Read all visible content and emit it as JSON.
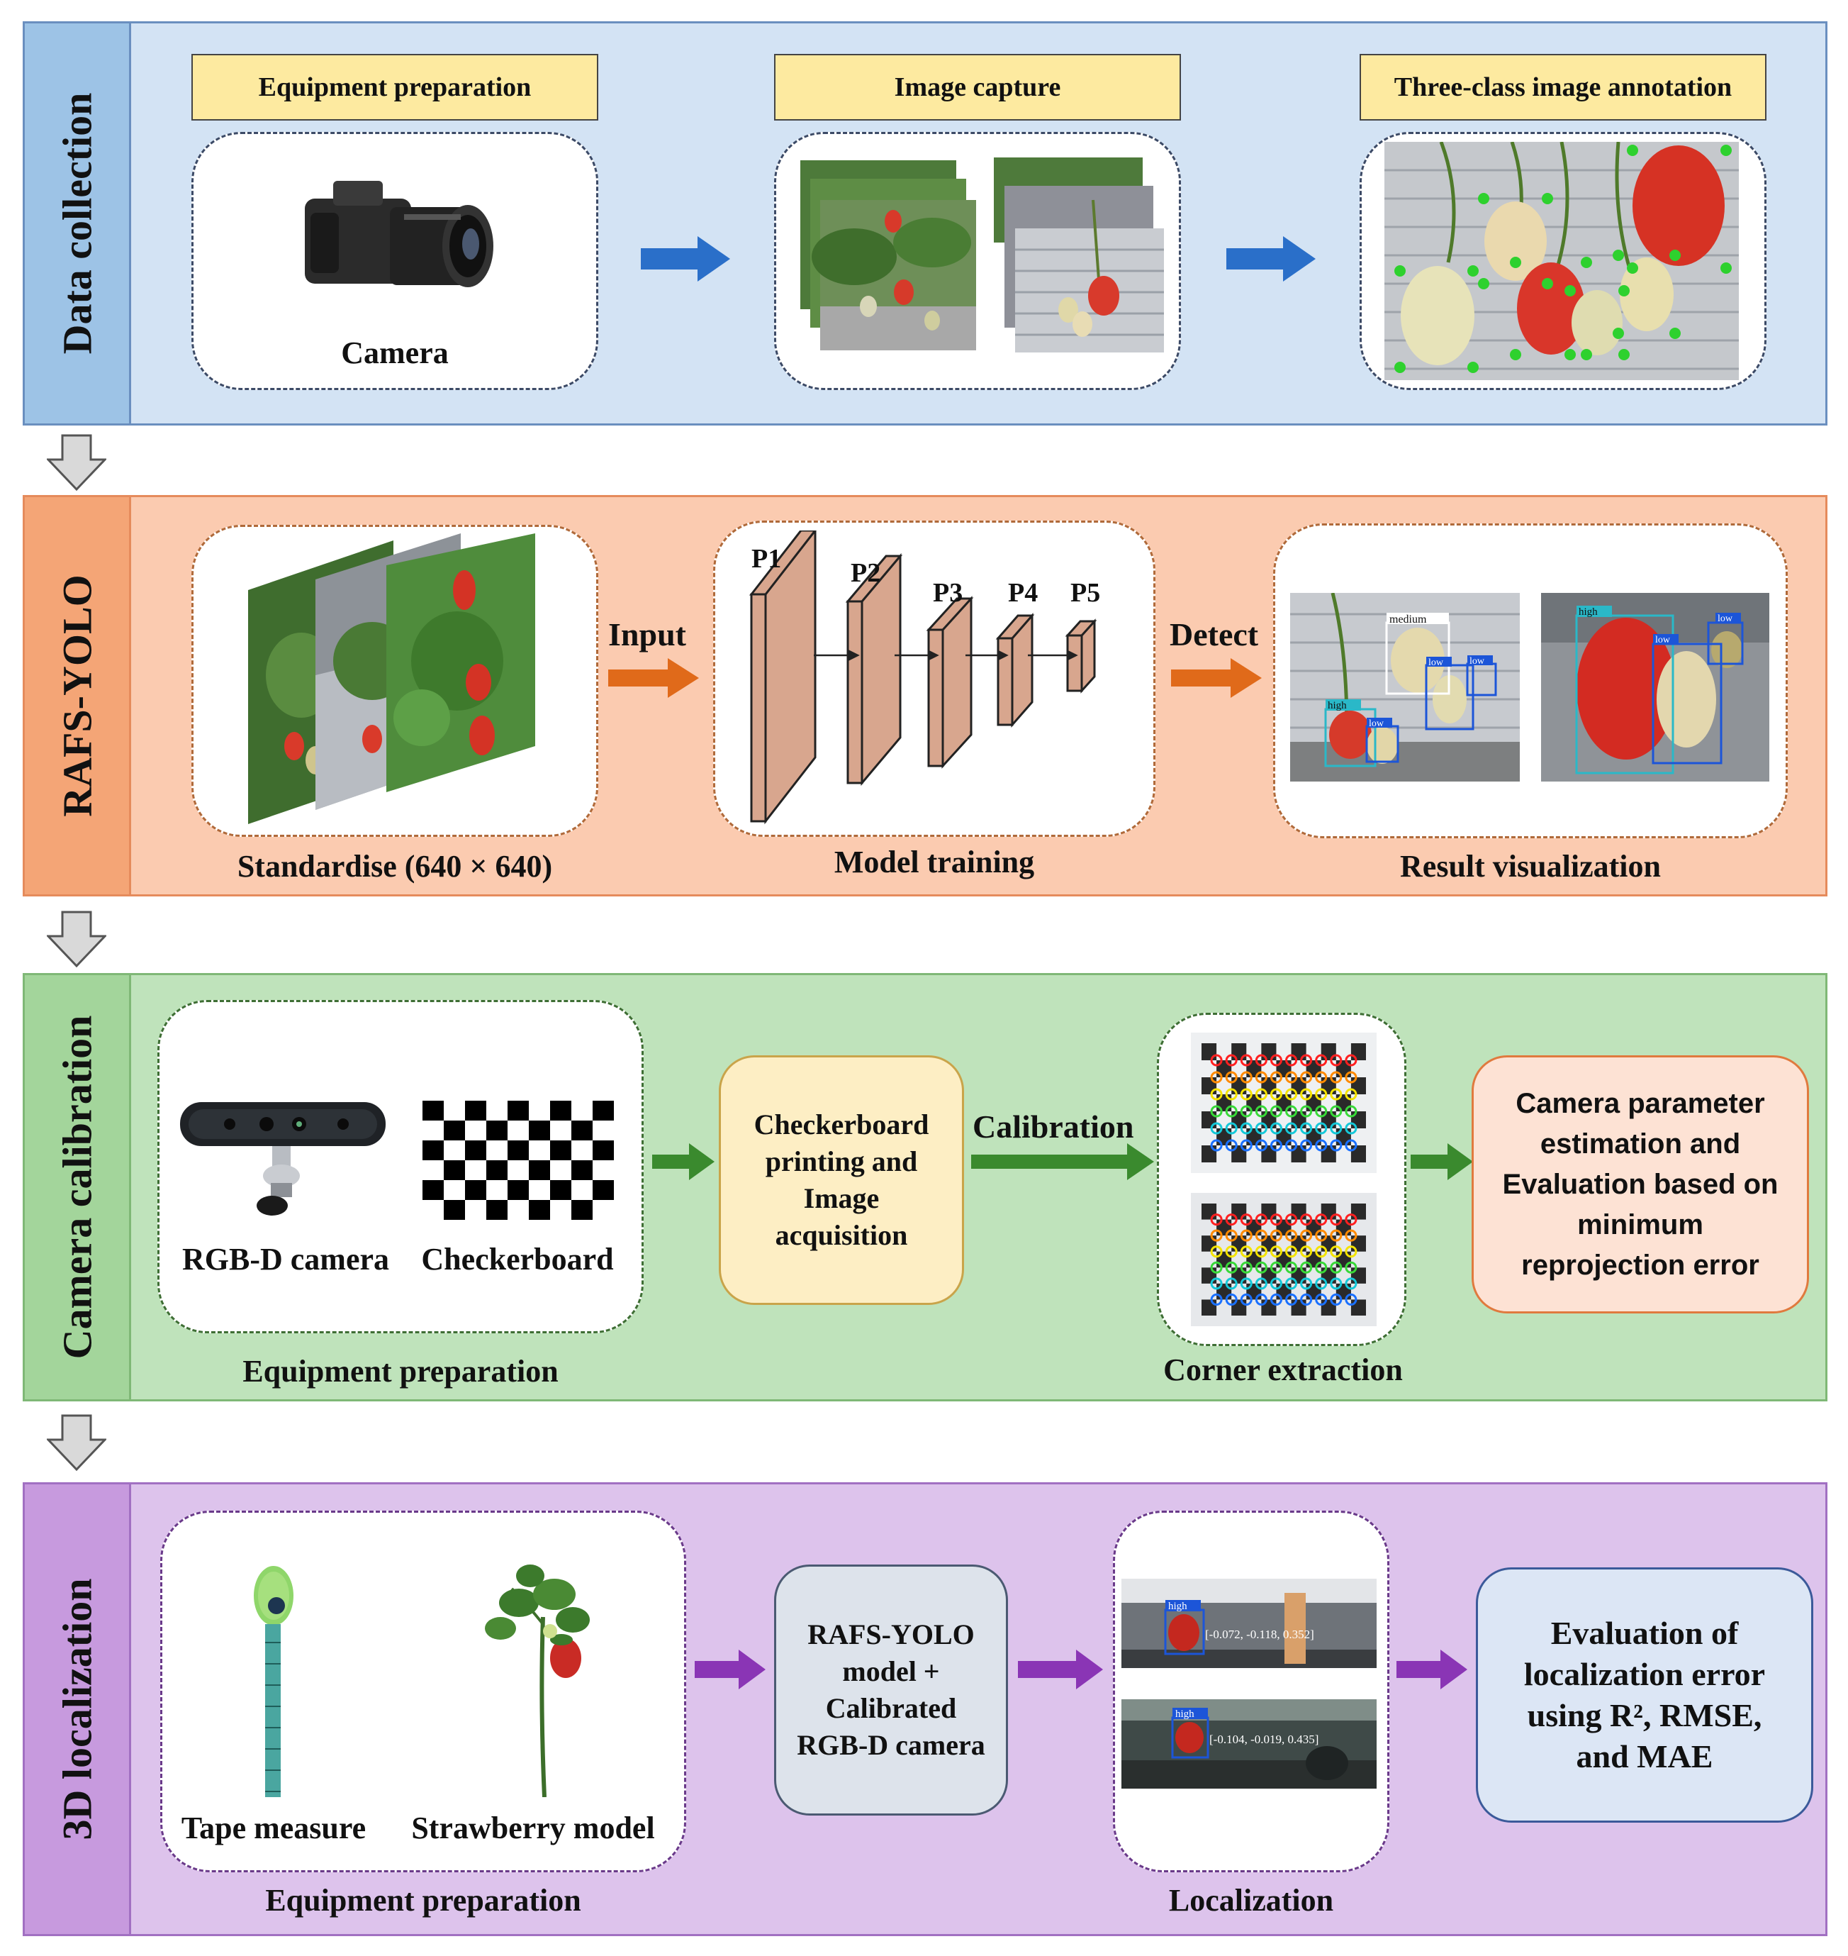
{
  "panels": {
    "data_collection": {
      "title": "Data collection",
      "labels": [
        "Equipment preparation",
        "Image capture",
        "Three-class image annotation"
      ],
      "camera_caption": "Camera"
    },
    "rafs_yolo": {
      "title": "RAFS-YOLO",
      "standardise_caption": "Standardise  (640 × 640)",
      "input_label": "Input",
      "detect_label": "Detect",
      "model_caption": "Model training",
      "result_caption": "Result visualization",
      "pyramid_levels": [
        "P1",
        "P2",
        "P3",
        "P4",
        "P5"
      ],
      "detection_tags": [
        "medium",
        "low",
        "low",
        "high",
        "low",
        "high",
        "low",
        "low"
      ]
    },
    "camera_calibration": {
      "title": "Camera calibration",
      "rgbd_caption": "RGB-D camera",
      "checkerboard_caption": "Checkerboard",
      "equipment_caption": "Equipment preparation",
      "step_box": "Checkerboard printing and Image acquisition",
      "calibration_label": "Calibration",
      "corner_caption": "Corner extraction",
      "result_box": "Camera parameter estimation and Evaluation based on minimum reprojection error"
    },
    "localization_3d": {
      "title": "3D localization",
      "tape_caption": "Tape measure",
      "strawberry_caption": "Strawberry model",
      "equipment_caption": "Equipment preparation",
      "model_box": "RAFS-YOLO model + Calibrated RGB-D camera",
      "localization_caption": "Localization",
      "coord_1": "[-0.072, -0.118, 0.352]",
      "coord_2": "[-0.104, -0.019, 0.435]",
      "tag": "high",
      "result_box": "Evaluation of localization error using R², RMSE, and MAE"
    }
  },
  "colors": {
    "blue_bg": "#d3e3f4",
    "blue_side": "#9dc3e6",
    "orange_bg": "#fbcbb0",
    "orange_side": "#f4a576",
    "green_bg": "#bfe3bb",
    "green_side": "#a3d59b",
    "purple_bg": "#ddc3ec",
    "purple_side": "#c79ade",
    "blue_arrow": "#2a6fc9",
    "orange_arrow": "#e06a1a",
    "green_arrow": "#3a8a2e",
    "purple_arrow": "#8a35b5"
  }
}
